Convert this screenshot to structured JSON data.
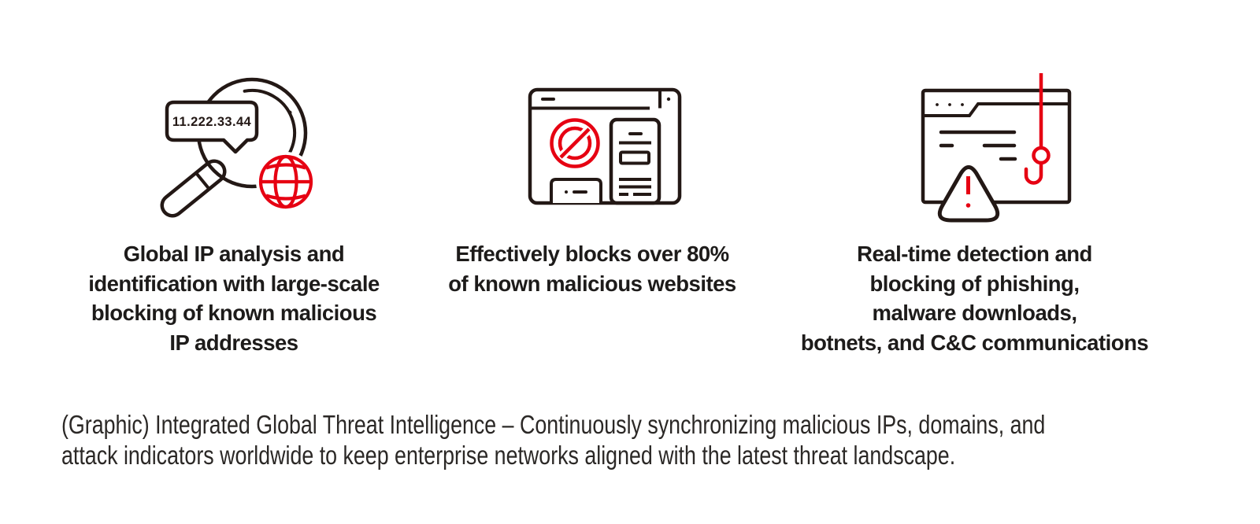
{
  "colors": {
    "ink": "#231815",
    "accent_red": "#e60012",
    "caption_text": "#1d1b1a",
    "figure_caption_text": "#2b2826",
    "background": "#ffffff"
  },
  "features": [
    {
      "icon": "ip-search-magnifier-icon",
      "ip_badge": "11.222.33.44",
      "caption_lines": [
        "Global IP analysis and",
        "identification with large-scale",
        "blocking of known malicious",
        "IP addresses"
      ]
    },
    {
      "icon": "blocked-website-browser-icon",
      "caption_lines": [
        "Effectively blocks over 80%",
        "of known malicious websites"
      ]
    },
    {
      "icon": "phishing-hook-warning-icon",
      "caption_lines": [
        "Real-time detection and",
        "blocking of phishing,",
        "malware downloads,",
        "botnets, and C&C communications"
      ]
    }
  ],
  "footer": {
    "lines": [
      "(Graphic) Integrated Global Threat Intelligence – Continuously synchronizing malicious IPs, domains, and",
      "attack indicators worldwide to keep enterprise networks aligned with the latest threat landscape."
    ]
  }
}
